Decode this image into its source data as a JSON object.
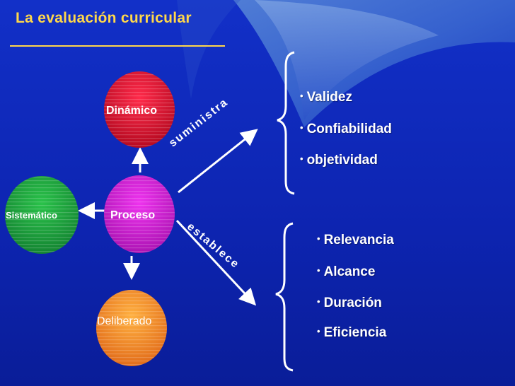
{
  "slide": {
    "title": "La evaluación curricular"
  },
  "nodes": {
    "dinamico": "Dinámico",
    "proceso": "Proceso",
    "sistematico": "Sistemático",
    "deliberado": "Deliberado"
  },
  "connectors": {
    "suministra": "suministra",
    "establece": "establece"
  },
  "group_top": {
    "items": [
      "Validez",
      "Confiabilidad",
      "objetividad"
    ]
  },
  "group_bottom": {
    "items": [
      "Relevancia",
      "Alcance",
      "Duración",
      "Eficiencia"
    ]
  },
  "colors": {
    "background": "#1230c8",
    "title": "#ffd84a",
    "text": "#ffffff",
    "arrow": "#ffffff",
    "dinamico": "#d01030",
    "proceso": "#cc22cc",
    "sistematico": "#1a9a3a",
    "deliberado": "#f08a28"
  },
  "icons": {
    "bullet": "bullet-dot-icon"
  }
}
